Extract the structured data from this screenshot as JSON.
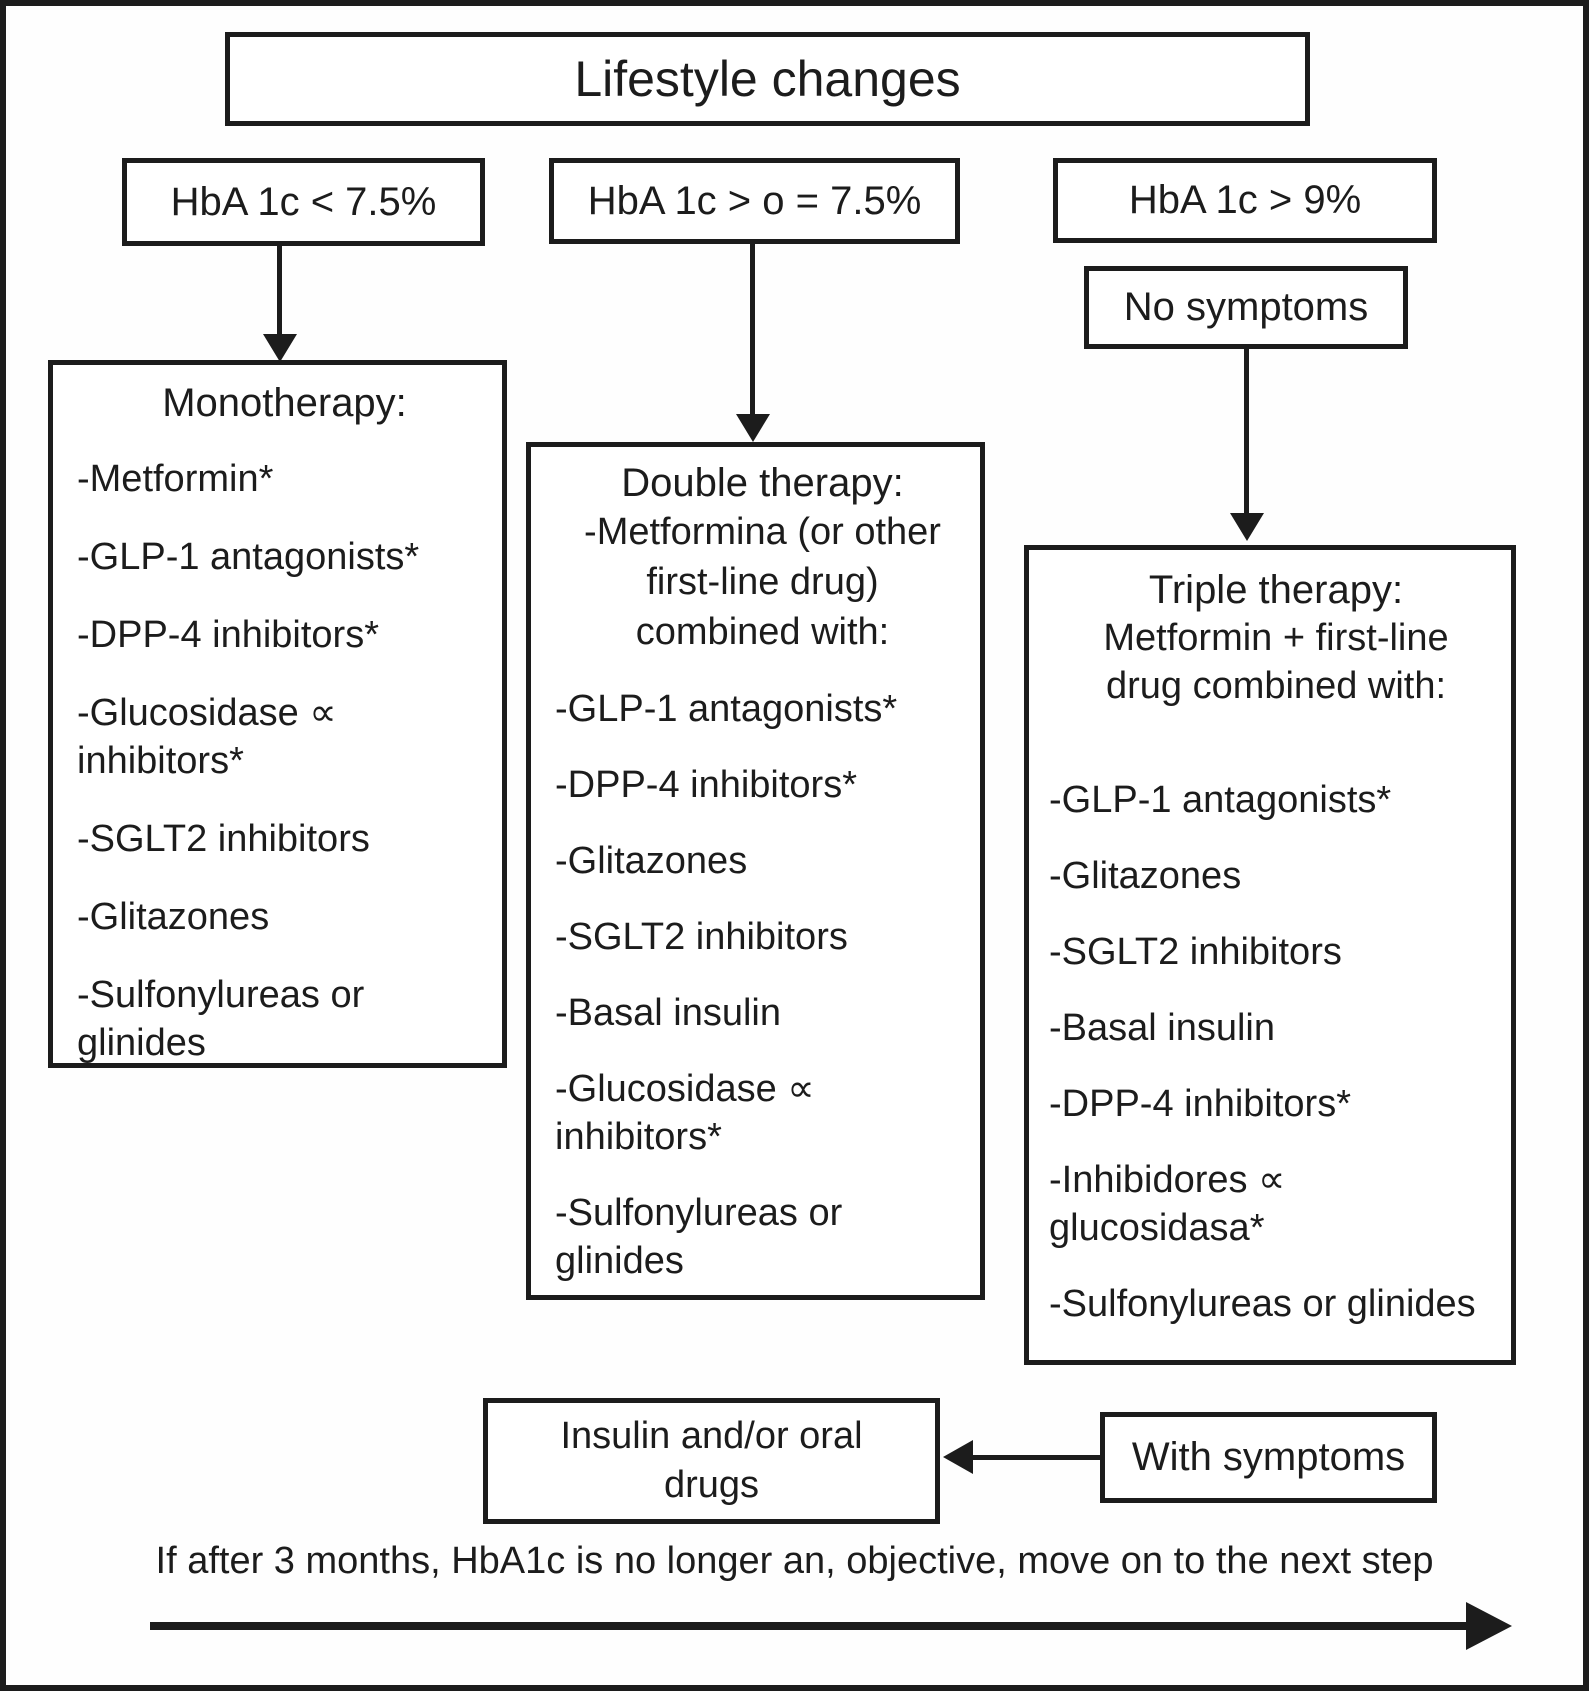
{
  "title": "Lifestyle changes",
  "conditions": {
    "left": "HbA 1c < 7.5%",
    "middle": "HbA 1c > o = 7.5%",
    "right": "HbA 1c > 9%"
  },
  "no_symptoms": "No symptoms",
  "with_symptoms": "With symptoms",
  "monotherapy": {
    "title": "Monotherapy:",
    "items": [
      "-Metformin*",
      "-GLP-1 antagonists*",
      "-DPP-4 inhibitors*",
      "-Glucosidase ∝\ninhibitors*",
      "-SGLT2 inhibitors",
      "-Glitazones",
      "-Sulfonylureas or\nglinides"
    ]
  },
  "double_therapy": {
    "title": "Double therapy:",
    "subtitle": "-Metformina (or other\nfirst-line drug)\ncombined with:",
    "items": [
      "-GLP-1 antagonists*",
      "-DPP-4 inhibitors*",
      "-Glitazones",
      "-SGLT2 inhibitors",
      "-Basal insulin",
      "-Glucosidase ∝\ninhibitors*",
      "-Sulfonylureas or\nglinides"
    ]
  },
  "triple_therapy": {
    "title": "Triple therapy:",
    "subtitle": "Metformin + first-line\ndrug combined with:",
    "items": [
      "-GLP-1 antagonists*",
      "-Glitazones",
      "-SGLT2 inhibitors",
      "-Basal insulin",
      "-DPP-4 inhibitors*",
      "-Inhibidores ∝\nglucosidasa*",
      "-Sulfonylureas or glinides"
    ]
  },
  "insulin_box": "Insulin and/or oral\ndrugs",
  "footer": "If after 3 months, HbA1c is no longer an, objective, move on to the next step"
}
